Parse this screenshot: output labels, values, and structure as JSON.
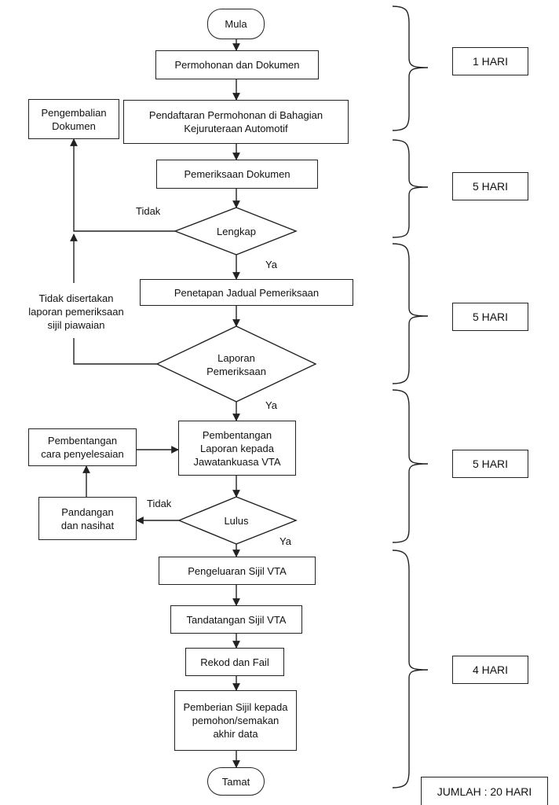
{
  "flow": {
    "start": "Mula",
    "permohonan": "Permohonan dan Dokumen",
    "pendaftaran": "Pendaftaran Permohonan di Bahagian\nKejuruteraan Automotif",
    "pemeriksaan_dokumen": "Pemeriksaan Dokumen",
    "lengkap": "Lengkap",
    "penetapan": "Penetapan Jadual Pemeriksaan",
    "laporan": "Laporan\nPemeriksaan",
    "pembentangan_vta": "Pembentangan\nLaporan kepada\nJawatankuasa VTA",
    "lulus": "Lulus",
    "pengeluaran": "Pengeluaran Sijil VTA",
    "tandatangan": "Tandatangan Sijil VTA",
    "rekod": "Rekod dan Fail",
    "pemberian": "Pemberian Sijil kepada\npemohon/semakan\nakhir data",
    "end": "Tamat",
    "pengembalian": "Pengembalian\nDokumen",
    "pembentangan_cara": "Pembentangan\ncara penyelesaian",
    "pandangan": "Pandangan\ndan nasihat"
  },
  "labels": {
    "tidak_1": "Tidak",
    "ya_1": "Ya",
    "tidak_disertakan": "Tidak disertakan\nlaporan pemeriksaan\nsijil piawaian",
    "ya_2": "Ya",
    "tidak_2": "Tidak",
    "ya_3": "Ya"
  },
  "durations": [
    "1 HARI",
    "5 HARI",
    "5 HARI",
    "5 HARI",
    "4 HARI"
  ],
  "total": "JUMLAH : 20 HARI"
}
